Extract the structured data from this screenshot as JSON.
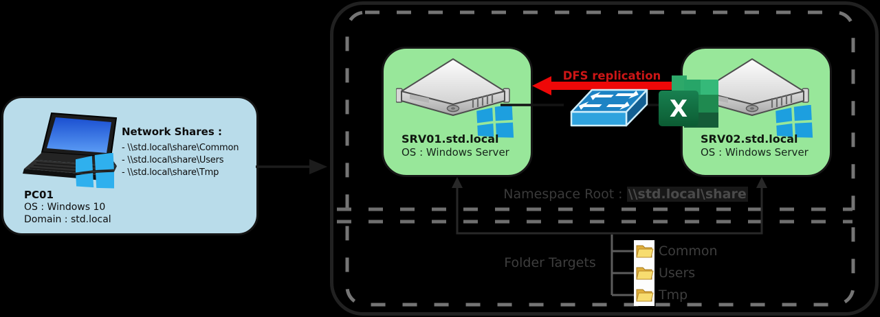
{
  "pc": {
    "shares_title": "Network Shares :",
    "shares": [
      "- \\\\std.local\\share\\Common",
      "- \\\\std.local\\share\\Users",
      "- \\\\std.local\\share\\Tmp"
    ],
    "name": "PC01",
    "os": "OS : Windows 10",
    "domain": "Domain : std.local"
  },
  "servers": [
    {
      "name": "SRV01.std.local",
      "os": "OS : Windows Server"
    },
    {
      "name": "SRV02.std.local",
      "os": "OS : Windows Server"
    }
  ],
  "replication": {
    "label": "DFS replication"
  },
  "namespace": {
    "prefix": "Namespace Root : ",
    "path": "\\\\std.local\\share"
  },
  "folder_targets": {
    "label": "Folder Targets",
    "folders": [
      "Common",
      "Users",
      "Tmp"
    ]
  },
  "icons": {
    "excel_letter": "X",
    "laptop": "laptop-icon",
    "windows": "windows-logo-icon",
    "server": "server-icon",
    "switch": "network-switch-icon",
    "excel": "excel-icon",
    "folder": "folder-icon"
  },
  "colors": {
    "background": "#000000",
    "pc_box_fill": "#b9dcea",
    "server_box_fill": "#98e79a",
    "replication_red": "#ee0808",
    "windows_blue": "#25a8e6",
    "switch_blue": "#2fa3de",
    "excel_green": "#10713b",
    "folder_yellow": "#f3d671",
    "dash_gray": "#757575"
  }
}
